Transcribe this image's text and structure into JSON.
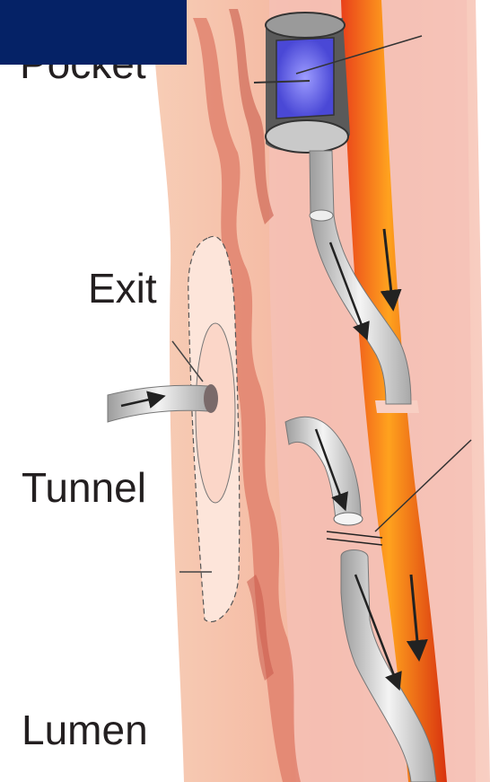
{
  "labels": {
    "pocket": "Pocket",
    "exit": "Exit",
    "tunnel": "Tunnel",
    "lumen": "Lumen"
  },
  "colors": {
    "skin_outer": "#f6c4ab",
    "skin_inner": "#f2a58f",
    "tissue_streak": "#d9695a",
    "vessel_outer": "#e2361a",
    "vessel_inner": "#ff9a1e",
    "catheter": "#d8d8d8",
    "port_reservoir": "#6e6ef0",
    "banner": "#052266"
  }
}
